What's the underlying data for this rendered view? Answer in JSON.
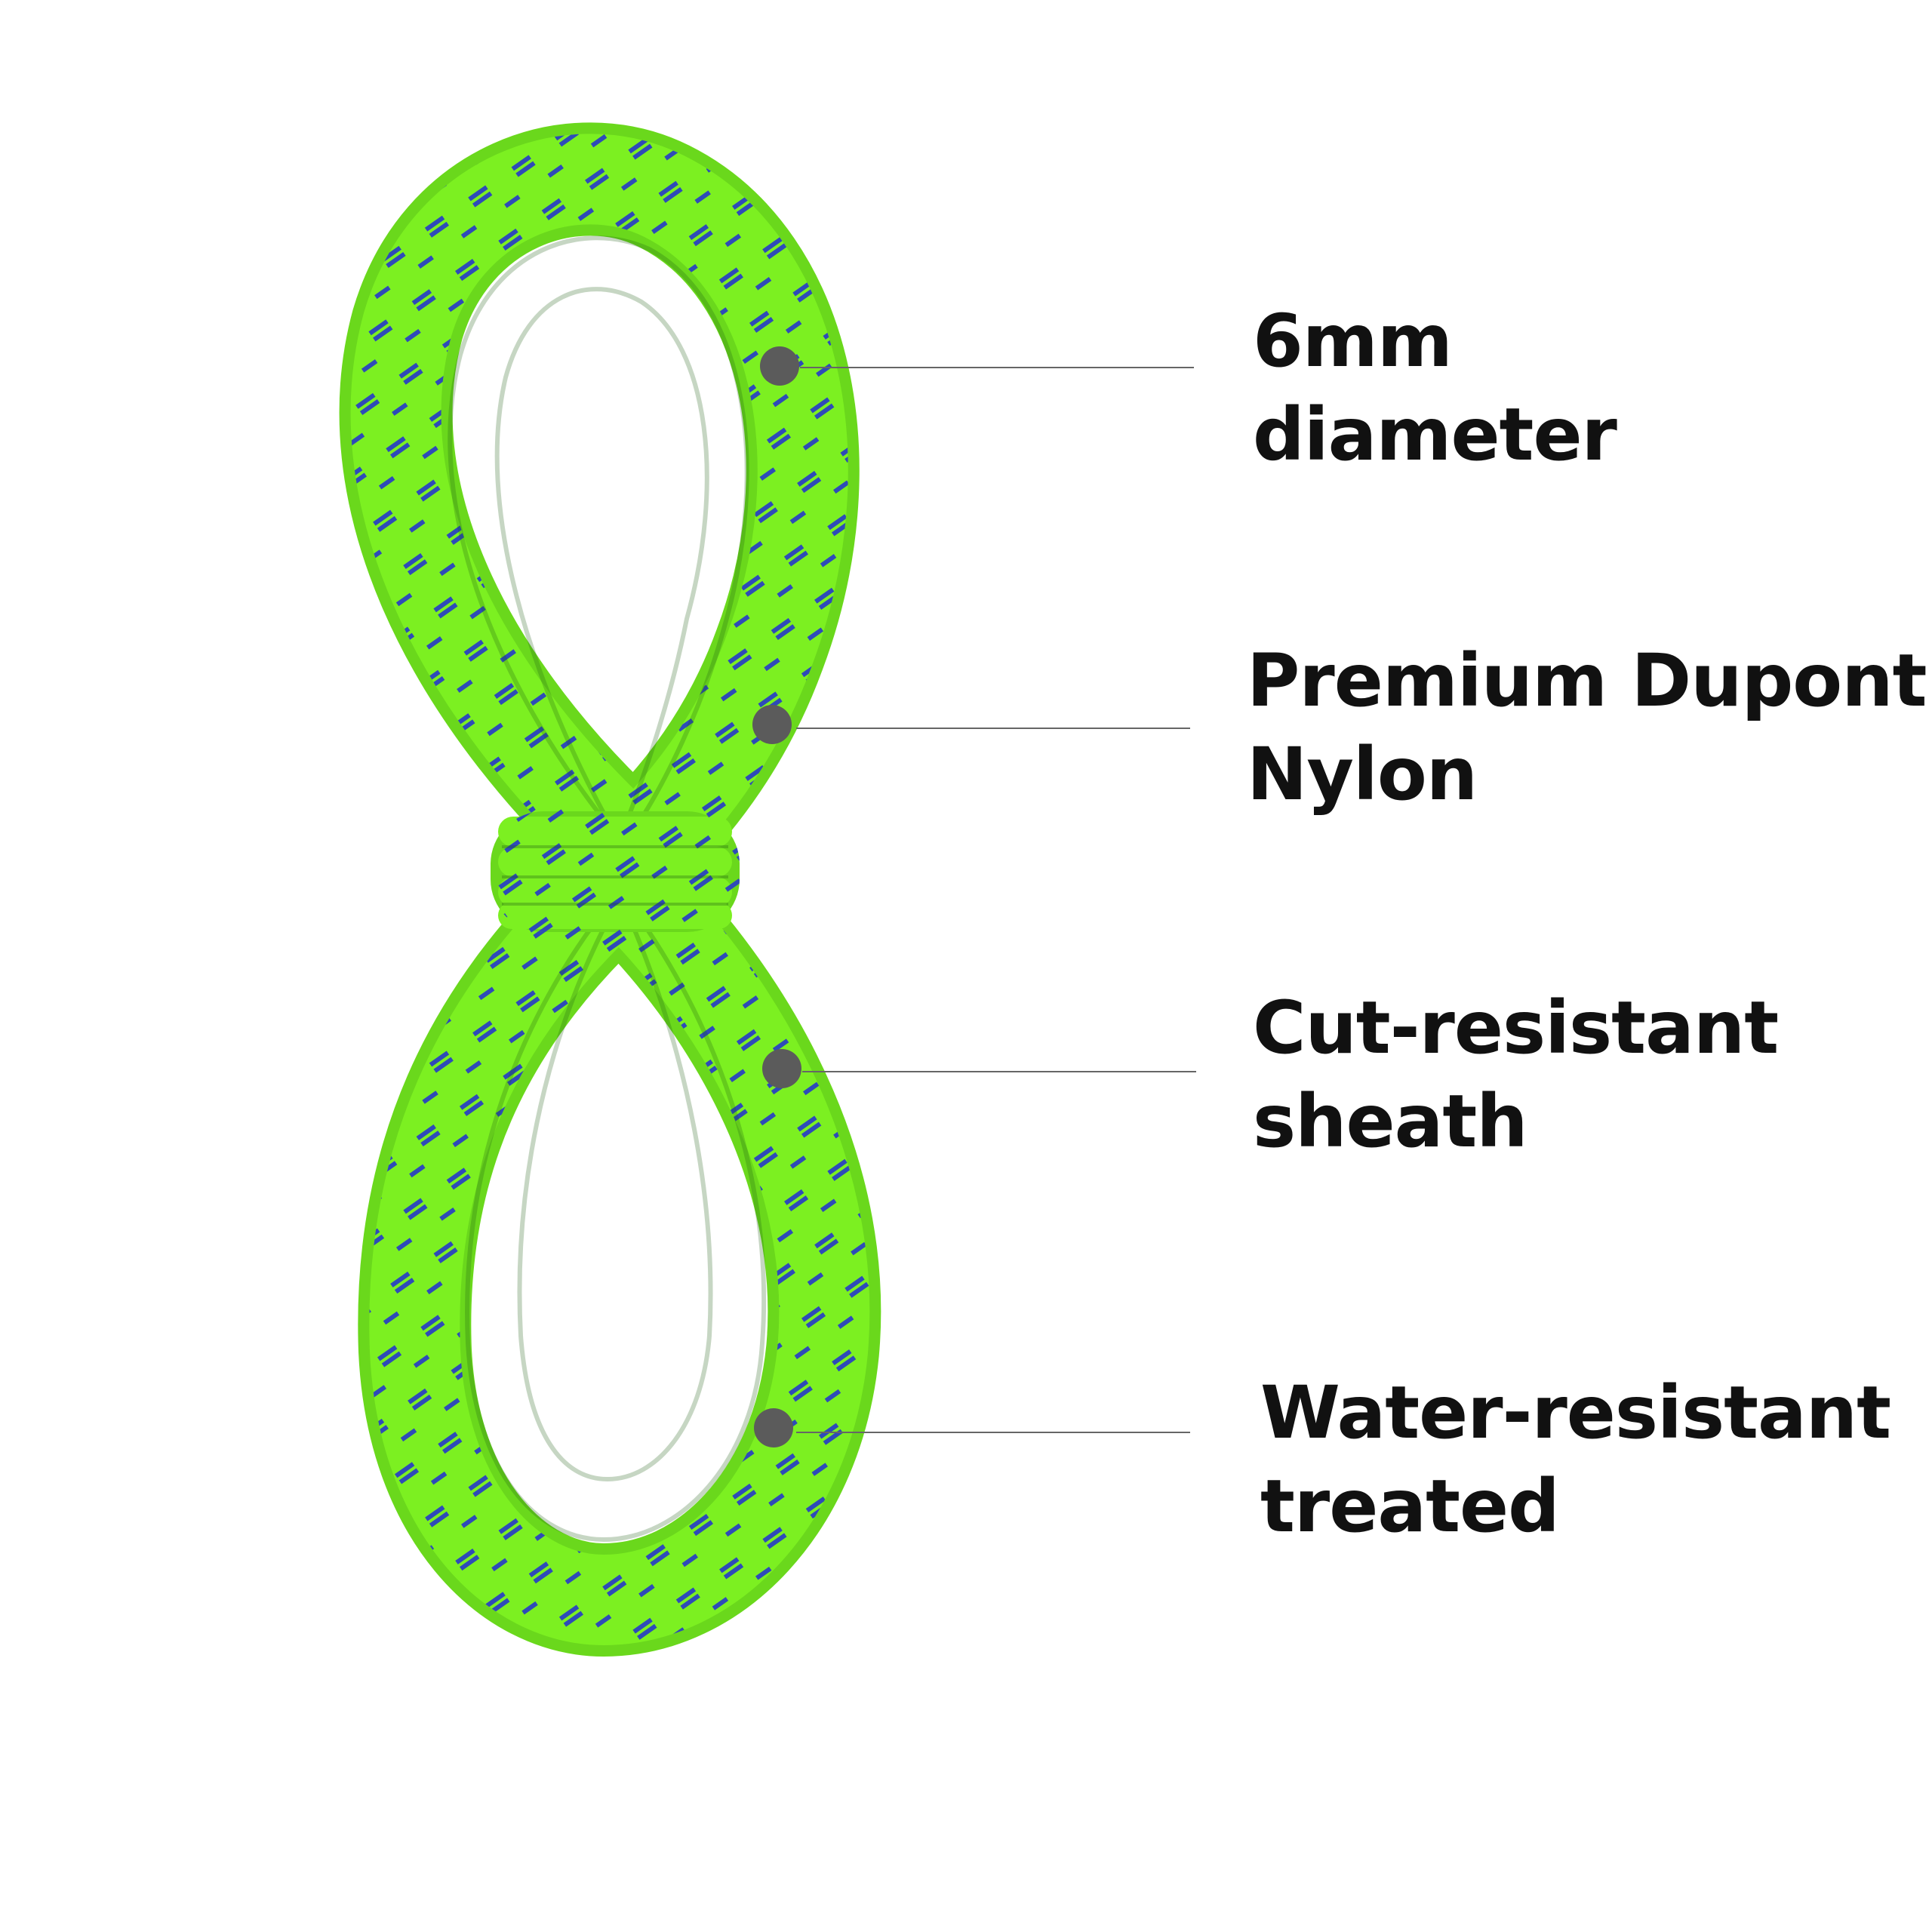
{
  "product": {
    "rope_color": "#7CF021",
    "stripe_color": "#2E4BB8",
    "dot_color": "#5B5B5B",
    "line_color": "#666666"
  },
  "callouts": [
    {
      "line1": "6mm",
      "line2": "diameter"
    },
    {
      "line1": "Premium Dupont",
      "line2": "Nylon"
    },
    {
      "line1": "Cut-resistant",
      "line2": "sheath"
    },
    {
      "line1": "Water-resistant",
      "line2": "treated"
    }
  ]
}
